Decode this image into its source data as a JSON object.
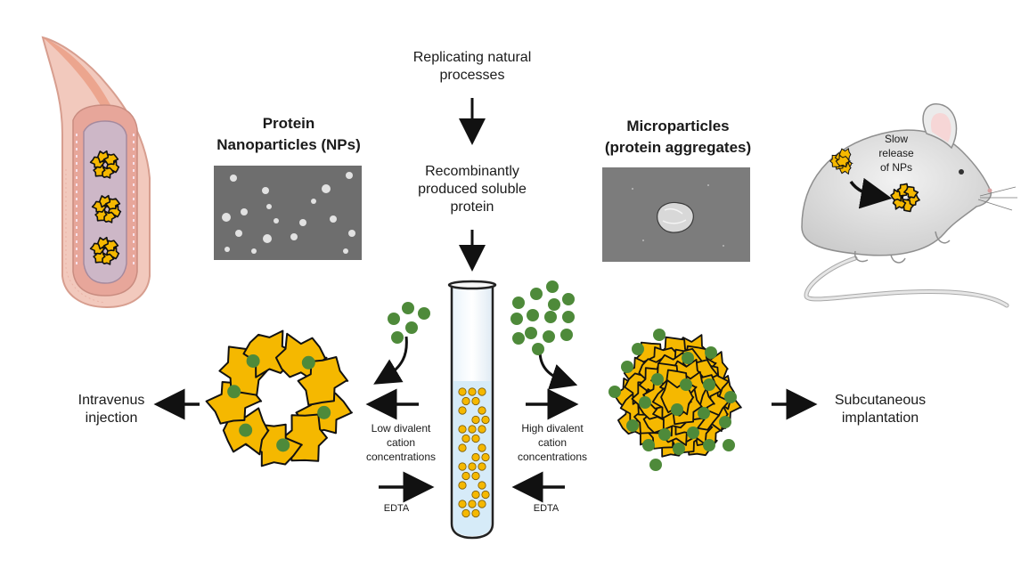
{
  "labels": {
    "replicating": [
      "Replicating natural",
      "processes"
    ],
    "recombinant": [
      "Recombinantly",
      "produced soluble",
      "protein"
    ],
    "nps_title": [
      "Protein",
      "Nanoparticles (NPs)"
    ],
    "mp_title": [
      "Microparticles",
      "(protein aggregates)"
    ],
    "slow_release": [
      "Slow",
      "release",
      "of NPs"
    ],
    "intravenus": [
      "Intravenus",
      "injection"
    ],
    "subcutaneous": [
      "Subcutaneous",
      "implantation"
    ],
    "low_cation": [
      "Low divalent",
      "cation",
      "concentrations"
    ],
    "high_cation": [
      "High divalent",
      "cation",
      "concentrations"
    ],
    "edta_left": "EDTA",
    "edta_right": "EDTA"
  },
  "colors": {
    "protein": "#f5b800",
    "cation": "#4e8a3a",
    "outline": "#111111",
    "tube_liquid": "#d8ecf8",
    "vessel_outer": "#f2c9bd",
    "vessel_wall": "#e7a69a",
    "vessel_lumen": "#cdb7c7",
    "mouse_body": "#d9d9d9",
    "mouse_ear": "#e8e8e8"
  },
  "icons": [
    "blood-vessel-icon",
    "test-tube-icon",
    "mouse-icon",
    "arrow-icon",
    "cation-dot-icon",
    "protein-aggregate-icon",
    "nanoparticle-ring-icon"
  ]
}
